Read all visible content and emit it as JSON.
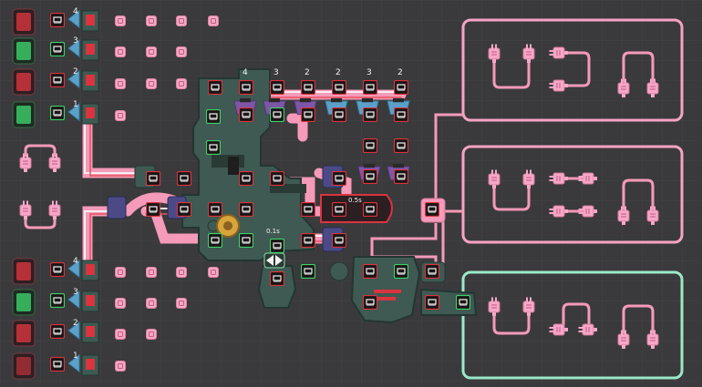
{
  "game": {
    "title": "",
    "palette": {
      "background": "#3a3a3c",
      "grid": "#444446",
      "ribbon": "#f59ab8",
      "ribbon_white": "#f6f0f2",
      "ribbon_red": "#e5535f",
      "ribbon_green": "#8fe0b0",
      "frame_pink": "#f6a3c4",
      "frame_mint": "#9be8c8",
      "hull": "#3e5a52",
      "hull_edge": "#243631",
      "chip_fill": "#1a1516",
      "chip_red": "#d9343f",
      "chip_green": "#3fd06a",
      "plug": "#f7a7c8",
      "tri_blue": "#5aa0c8",
      "tri_purple": "#7e56a8",
      "gear": "#d8a53a",
      "pad": "#f5a9c4"
    },
    "input_stations": {
      "top": [
        {
          "number": "4",
          "state": "red"
        },
        {
          "number": "3",
          "state": "green"
        },
        {
          "number": "2",
          "state": "red"
        },
        {
          "number": "1",
          "state": "green"
        }
      ],
      "bottom": [
        {
          "number": "4",
          "state": "red"
        },
        {
          "number": "3",
          "state": "green"
        },
        {
          "number": "2",
          "state": "red"
        },
        {
          "number": "1",
          "state": "red"
        }
      ]
    },
    "top_numbers": [
      "4",
      "3",
      "2",
      "2",
      "3",
      "2"
    ],
    "timer_labels": [
      "0.5s",
      "0.1s"
    ],
    "output_frames": [
      {
        "kind": "pending",
        "color": "pink"
      },
      {
        "kind": "pending",
        "color": "pink"
      },
      {
        "kind": "target",
        "color": "mint"
      }
    ],
    "icons": [
      "gear-icon",
      "direction-arrow-icon",
      "plug-icon",
      "chip-icon"
    ]
  }
}
